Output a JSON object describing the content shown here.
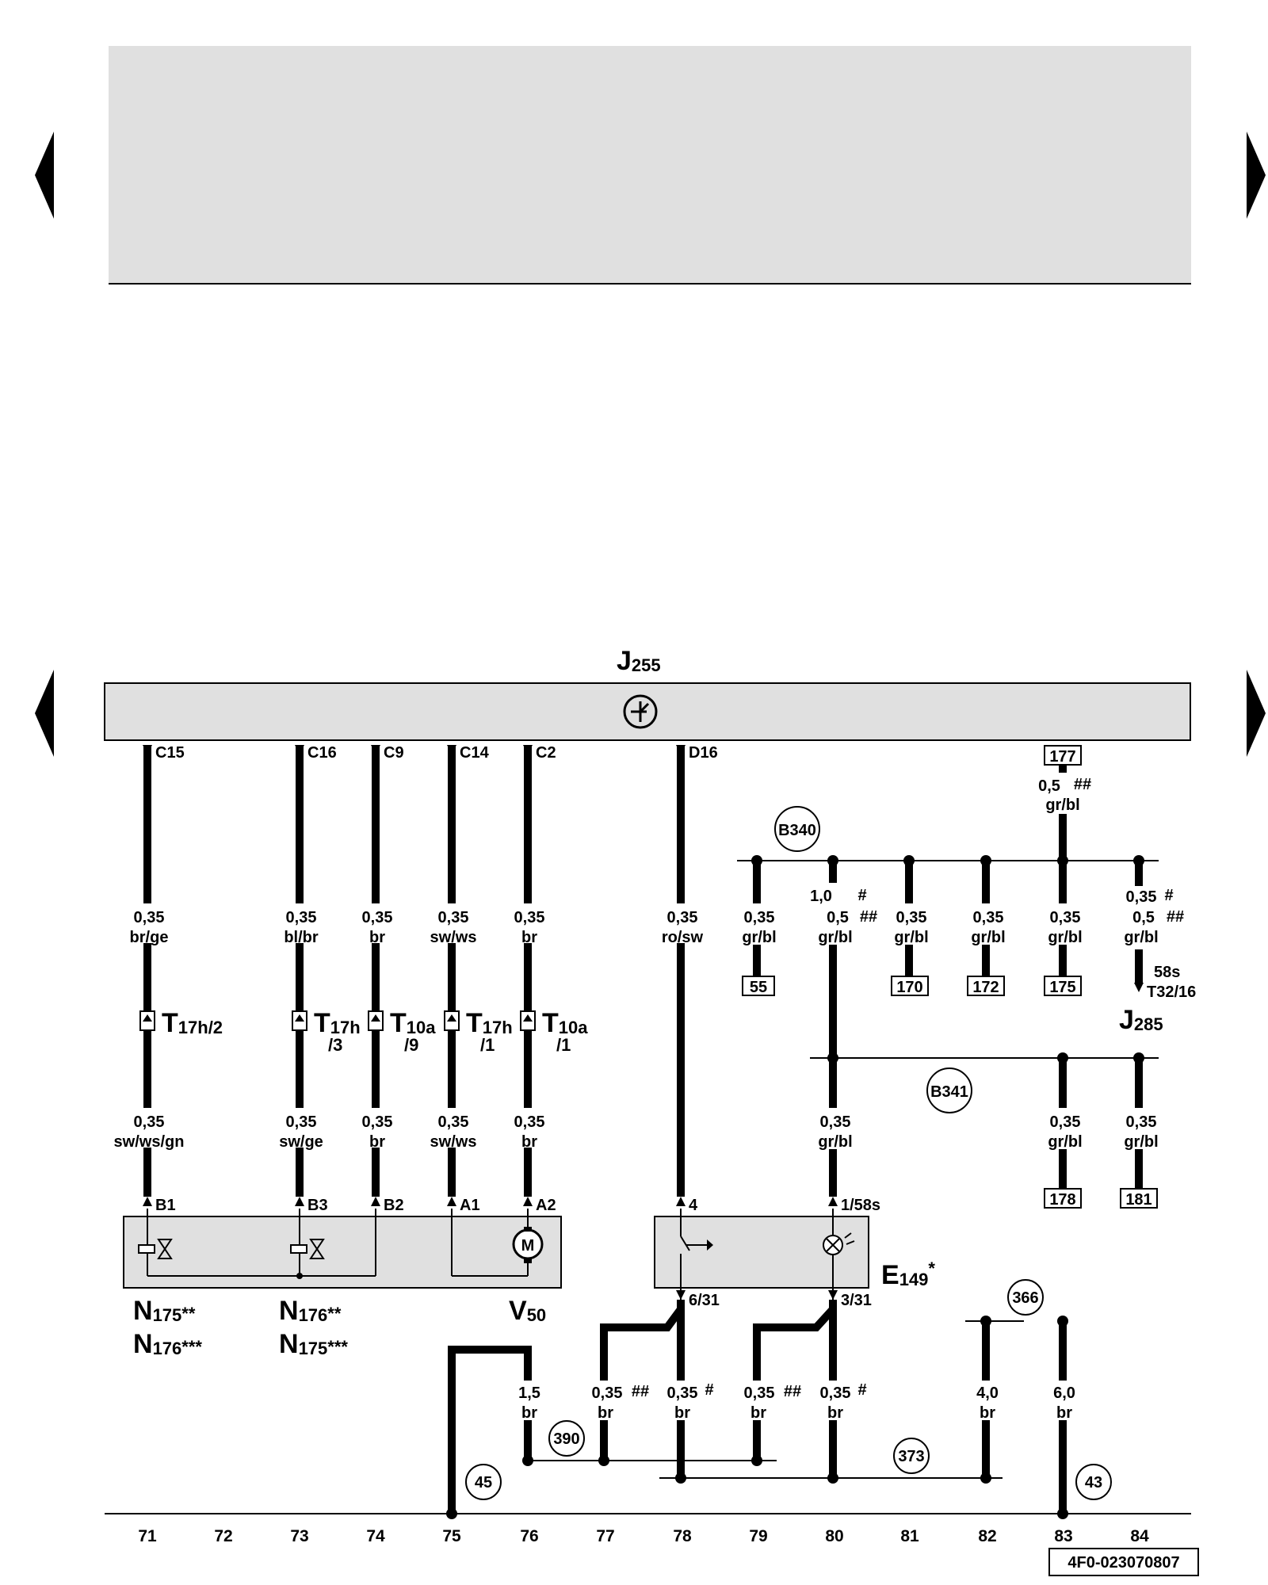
{
  "j255": "J255",
  "j255_parts": [
    "J",
    "255"
  ],
  "pins_top": [
    "C15",
    "C16",
    "C9",
    "C14",
    "C2",
    "D16"
  ],
  "wires_upper": [
    {
      "gauge": "0,35",
      "color": "br/ge"
    },
    {
      "gauge": "0,35",
      "color": "bl/br"
    },
    {
      "gauge": "0,35",
      "color": "br"
    },
    {
      "gauge": "0,35",
      "color": "sw/ws"
    },
    {
      "gauge": "0,35",
      "color": "br"
    },
    {
      "gauge": "0,35",
      "color": "ro/sw"
    }
  ],
  "connectors": [
    {
      "main": "T",
      "sub": "17h/2",
      "sub2": ""
    },
    {
      "main": "T",
      "sub": "17h",
      "sub2": "/3"
    },
    {
      "main": "T",
      "sub": "10a",
      "sub2": "/9"
    },
    {
      "main": "T",
      "sub": "17h",
      "sub2": "/1"
    },
    {
      "main": "T",
      "sub": "10a",
      "sub2": "/1"
    }
  ],
  "wires_lower": [
    {
      "gauge": "0,35",
      "color": "sw/ws/gn"
    },
    {
      "gauge": "0,35",
      "color": "sw/ge"
    },
    {
      "gauge": "0,35",
      "color": "br"
    },
    {
      "gauge": "0,35",
      "color": "sw/ws"
    },
    {
      "gauge": "0,35",
      "color": "br"
    }
  ],
  "pins_bottom": [
    "B1",
    "B3",
    "B2",
    "A1",
    "A2",
    "4",
    "1/58s",
    "6/31",
    "3/31"
  ],
  "components": {
    "n175_a": {
      "main": "N",
      "sub": "175",
      "stars": "**"
    },
    "n176_a": {
      "main": "N",
      "sub": "176",
      "stars": "***"
    },
    "n176_b": {
      "main": "N",
      "sub": "176",
      "stars": "**"
    },
    "n175_b": {
      "main": "N",
      "sub": "175",
      "stars": "***"
    },
    "v50": {
      "main": "V",
      "sub": "50"
    },
    "e149": {
      "main": "E",
      "sub": "149",
      "stars": "*"
    },
    "j285": {
      "main": "J",
      "sub": "285"
    }
  },
  "splices": [
    "B340",
    "B341",
    "366",
    "390",
    "373",
    "45",
    "43"
  ],
  "ref_boxes": [
    "177",
    "55",
    "170",
    "172",
    "175",
    "178",
    "181"
  ],
  "right_wires": {
    "w177": {
      "gauge": "0,5",
      "mark": "##",
      "color": "gr/bl"
    },
    "w55": {
      "gauge": "0,35",
      "color": "gr/bl"
    },
    "w80_line1": "1,0",
    "w80_mark1": "#",
    "w80_line2": "0,5",
    "w80_mark2": "##",
    "w80_color": "gr/bl",
    "w170": {
      "gauge": "0,35",
      "color": "gr/bl"
    },
    "w172": {
      "gauge": "0,35",
      "color": "gr/bl"
    },
    "w175": {
      "gauge": "0,35",
      "color": "gr/bl"
    },
    "w84_line1": "0,35",
    "w84_mark1": "#",
    "w84_line2": "0,5",
    "w84_mark2": "##",
    "w84_color": "gr/bl",
    "t32_top": "58s",
    "t32": "T32/16",
    "w80_low": {
      "gauge": "0,35",
      "color": "gr/bl"
    },
    "w178": {
      "gauge": "0,35",
      "color": "gr/bl"
    },
    "w181": {
      "gauge": "0,35",
      "color": "gr/bl"
    }
  },
  "ground_wires": [
    {
      "gauge": "1,5",
      "mark": "",
      "color": "br"
    },
    {
      "gauge": "0,35",
      "mark": "##",
      "color": "br"
    },
    {
      "gauge": "0,35",
      "mark": "#",
      "color": "br"
    },
    {
      "gauge": "0,35",
      "mark": "##",
      "color": "br"
    },
    {
      "gauge": "0,35",
      "mark": "#",
      "color": "br"
    },
    {
      "gauge": "4,0",
      "mark": "",
      "color": "br"
    },
    {
      "gauge": "6,0",
      "mark": "",
      "color": "br"
    }
  ],
  "tracks": [
    "71",
    "72",
    "73",
    "74",
    "75",
    "76",
    "77",
    "78",
    "79",
    "80",
    "81",
    "82",
    "83",
    "84"
  ],
  "doc_code": "4F0-023070807",
  "colors": {
    "panel": "#e0e0e0",
    "line": "#000000"
  }
}
